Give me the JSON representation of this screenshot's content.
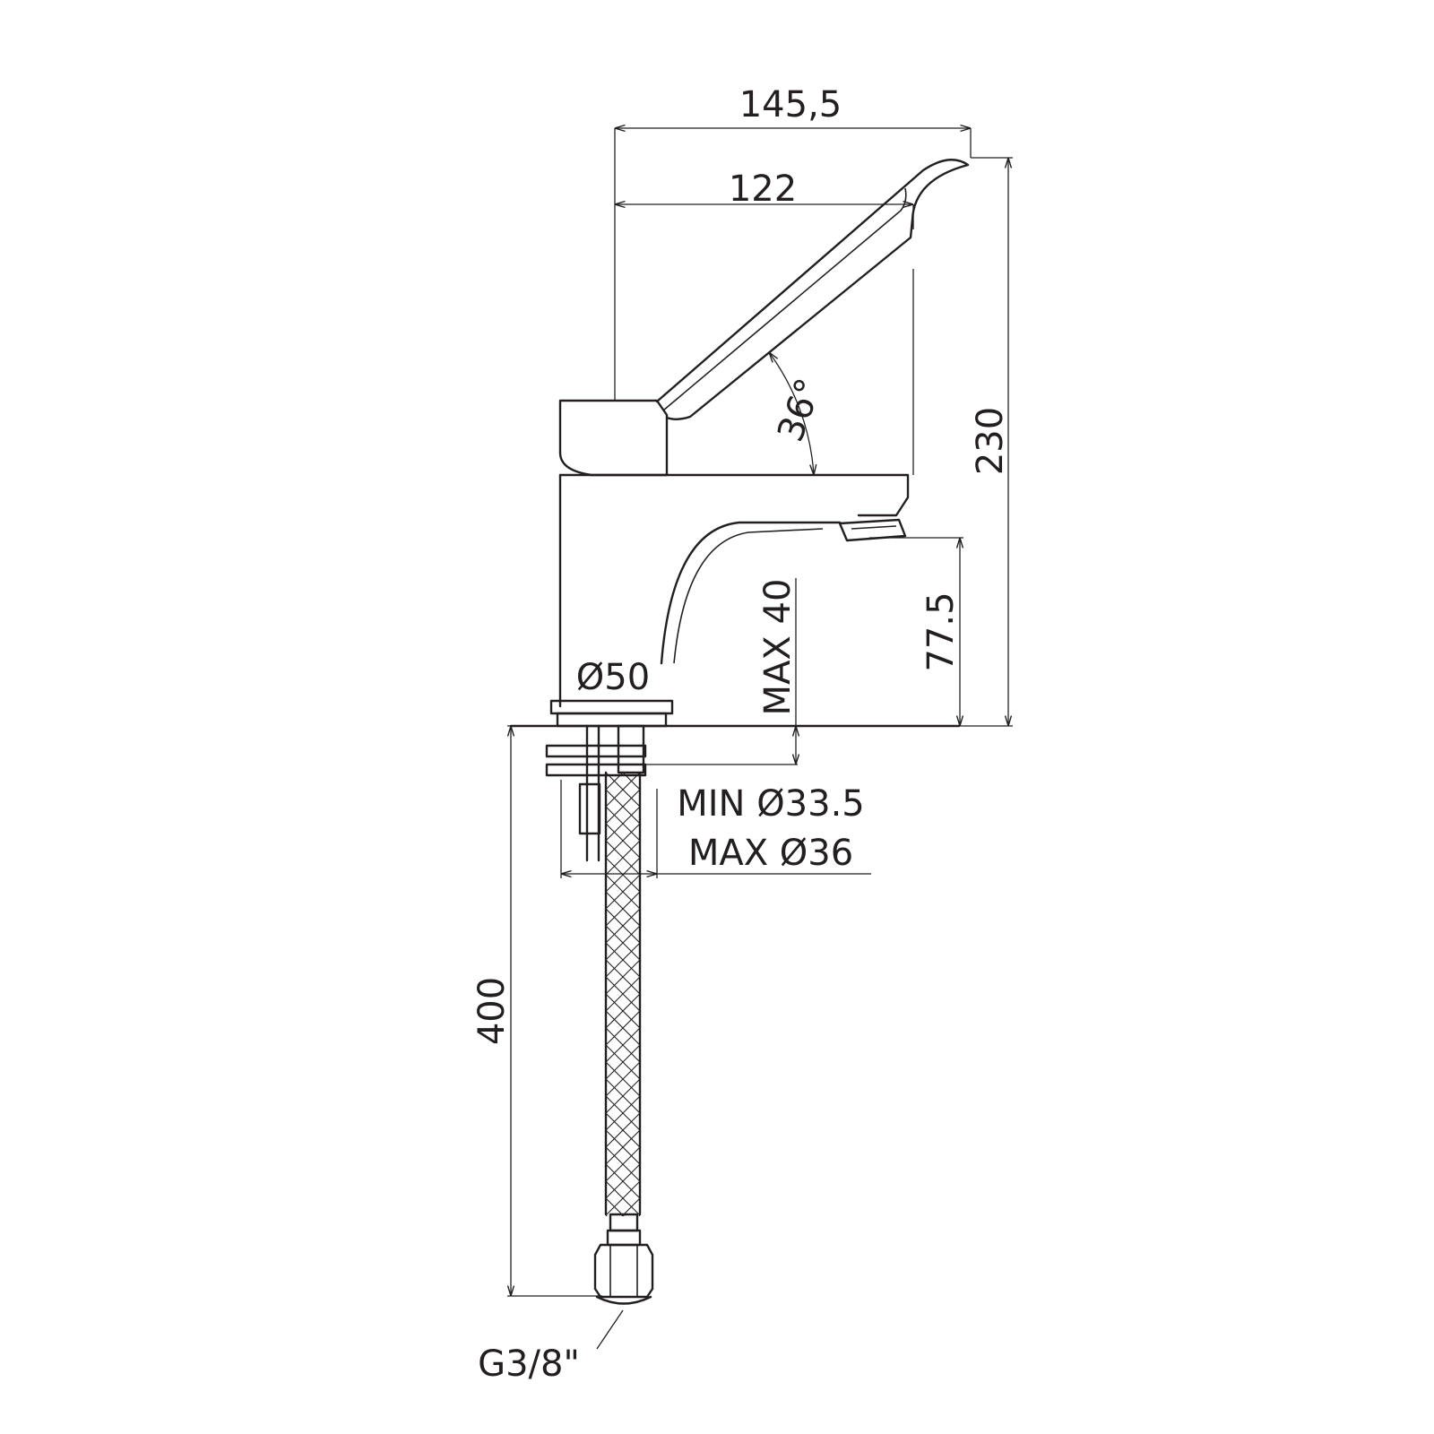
{
  "dimensions": {
    "overall_width": "145,5",
    "body_width": "122",
    "lever_angle": "36°",
    "overall_height": "230",
    "spout_height": "77.5",
    "base_diameter": "Ø50",
    "max_deck_thickness": "MAX 40",
    "min_hole_diameter": "MIN Ø33.5",
    "max_hole_diameter": "MAX Ø36",
    "hose_length": "400",
    "thread": "G3/8\""
  },
  "colors": {
    "line": "#231f20",
    "background": "#ffffff"
  }
}
